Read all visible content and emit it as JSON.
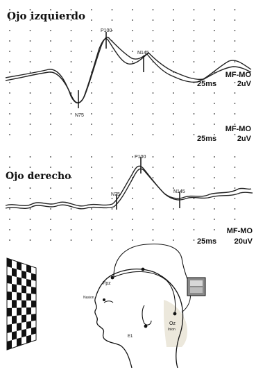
{
  "left_eye": {
    "title": "Ojo izquierdo",
    "peaks": [
      "N75",
      "P100",
      "N145"
    ],
    "scale_top": {
      "label": "MF-MO",
      "time": "25ms",
      "amp": "2uV"
    },
    "scale_bottom": {
      "label": "MF-MO",
      "time": "25ms",
      "amp": "2uV"
    }
  },
  "right_eye": {
    "title": "Ojo derecho",
    "peaks": [
      "N75",
      "P100",
      "N145"
    ],
    "scale": {
      "label": "MF-MO",
      "time": "25ms",
      "amp": "20uV"
    }
  },
  "head_diagram": {
    "electrodes": [
      "Fpz",
      "Nasion",
      "Oz",
      "Inion",
      "E1"
    ]
  },
  "colors": {
    "trace": "#222222",
    "ink": "#111111",
    "skin_fill": "#ece8dc"
  }
}
